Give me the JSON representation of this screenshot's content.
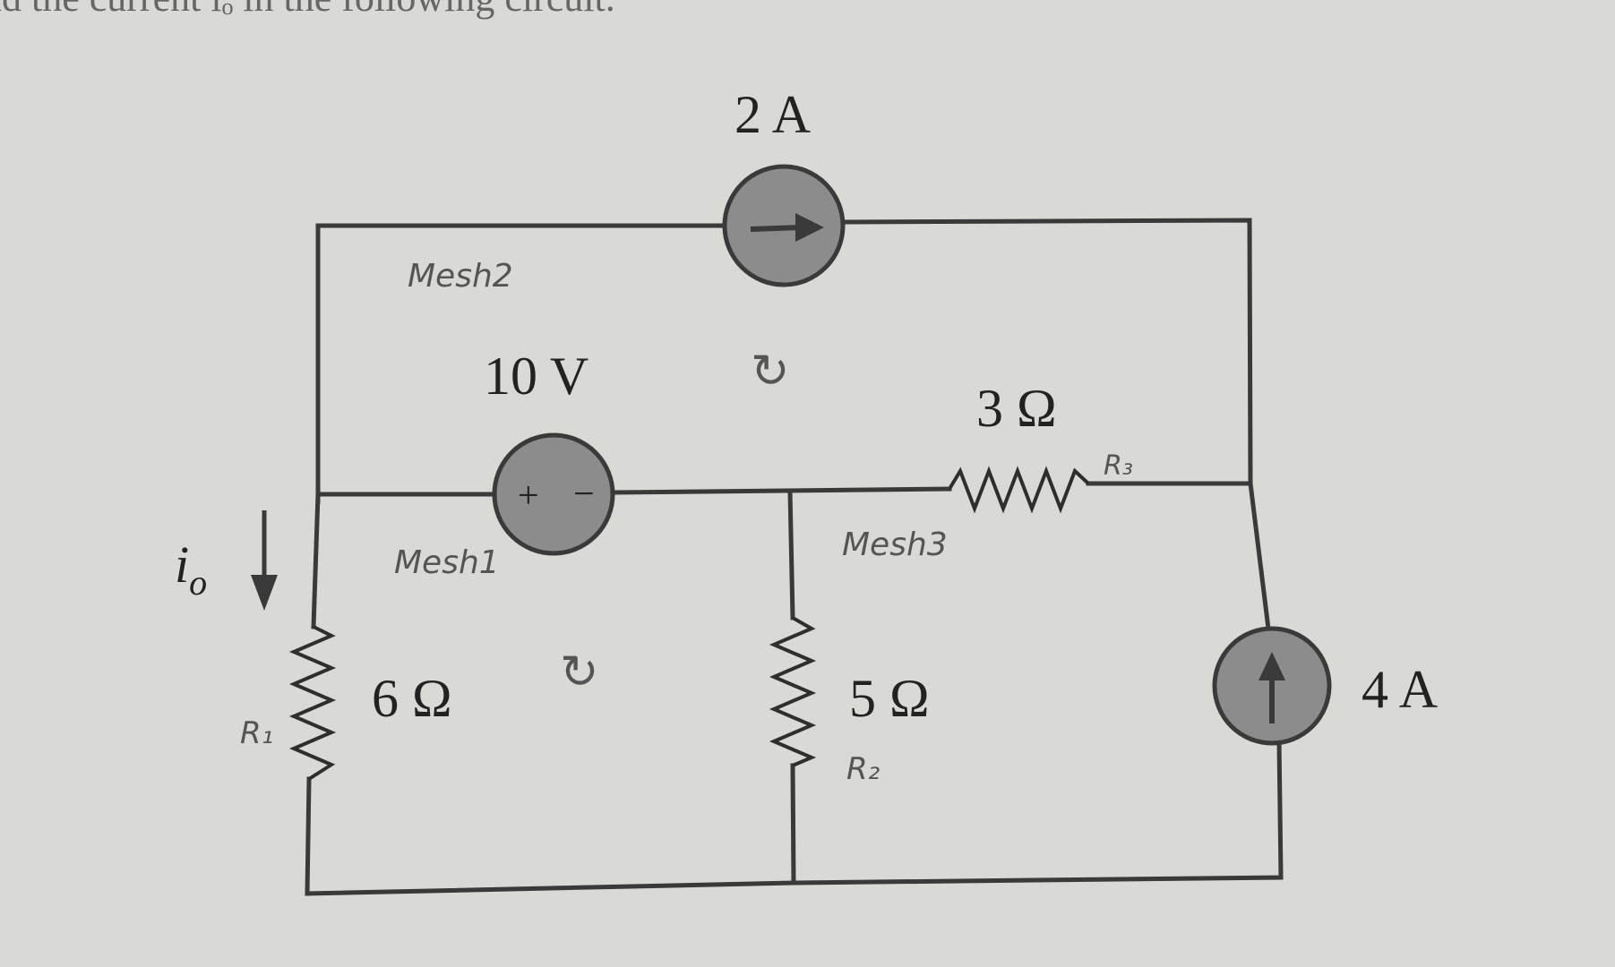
{
  "header_fragment": "nd the current iₒ in the following circuit.",
  "sources": {
    "top_current": "2 A",
    "middle_voltage": "10 V",
    "right_current": "4 A",
    "voltage_plus": "+",
    "voltage_minus": "−"
  },
  "resistors": {
    "r1_value": "6 Ω",
    "r2_value": "5 Ω",
    "r3_value": "3 Ω"
  },
  "current_label": {
    "base": "i",
    "sub": "o"
  },
  "handwritten": {
    "mesh1": "Mesh1",
    "mesh2": "Mesh2",
    "mesh3": "Mesh3",
    "r1": "R₁",
    "r2": "R₂",
    "r3": "R₃",
    "loop1_arrow": "↻",
    "loop2_arrow": "↻"
  },
  "colors": {
    "paper": "#d9d9d6",
    "wire": "#3a3a3a",
    "source_fill": "#8c8c8c"
  }
}
